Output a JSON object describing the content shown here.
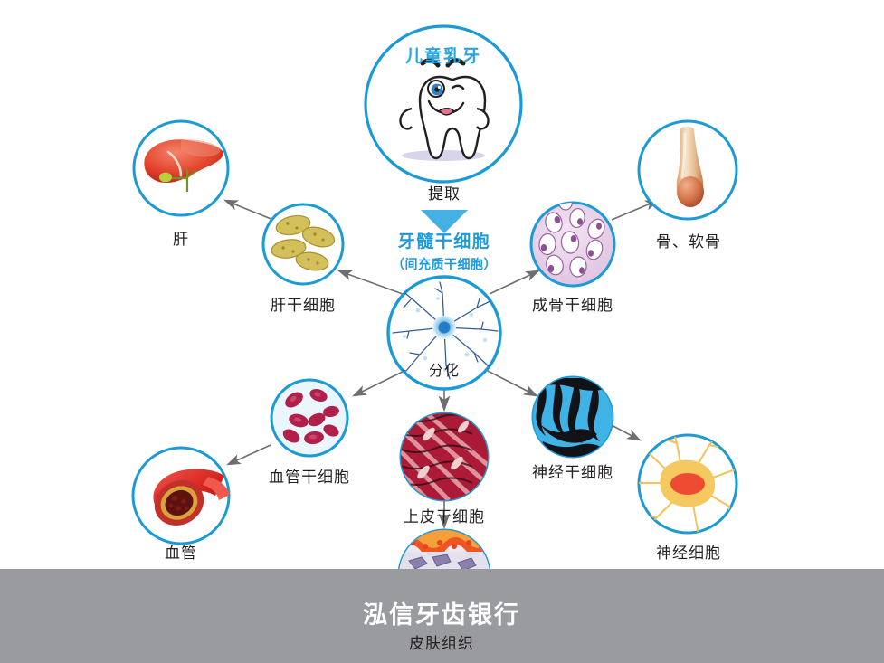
{
  "diagram": {
    "title_top": "儿童乳牙",
    "extract_label": "提取",
    "center_title_main": "牙髓干细胞",
    "center_title_sub": "（间充质干细胞）",
    "center_inner_label": "分化",
    "accent_blue": "#1d9ada",
    "circle_stroke": "#1b9ad6",
    "arrow_gray": "#6d6e71",
    "band_gray": "#9a9b9e",
    "text_dark": "#231f20"
  },
  "nodes": {
    "tooth": {
      "label": "儿童乳牙",
      "icon": "child-tooth-mascot"
    },
    "pulp": {
      "label": "分化",
      "icon": "neuron-stem-cell"
    },
    "liver_stem": {
      "label": "肝干细胞",
      "icon": "hepatocyte-cluster"
    },
    "liver": {
      "label": "肝",
      "icon": "liver-organ"
    },
    "osteo_stem": {
      "label": "成骨干细胞",
      "icon": "osteoblast-cells"
    },
    "bone": {
      "label": "骨、软骨",
      "icon": "long-bone"
    },
    "vessel_stem": {
      "label": "血管干细胞",
      "icon": "red-blood-cells"
    },
    "vessel": {
      "label": "血管",
      "icon": "blood-vessel-cross-section"
    },
    "neural_stem": {
      "label": "神经干细胞",
      "icon": "neural-stem-cells"
    },
    "neuron": {
      "label": "神经细胞",
      "icon": "nerve-cell"
    },
    "epithelial_stem": {
      "label": "上皮干细胞",
      "icon": "epithelial-muscle-tissue"
    },
    "skin": {
      "label": "皮肤组织",
      "icon": "skin-tissue-layers"
    }
  },
  "footer": {
    "watermark": "泓信牙齿银行",
    "caption": "皮肤组织"
  }
}
